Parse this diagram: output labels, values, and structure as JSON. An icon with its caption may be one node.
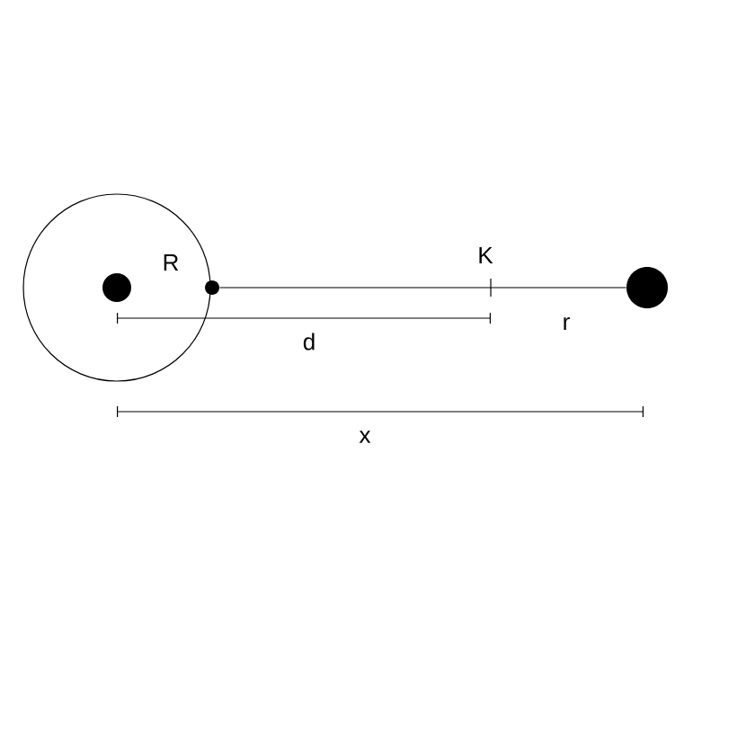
{
  "diagram": {
    "nodes": [
      {
        "text": [],
        "shape": "circle"
      },
      {
        "text": [],
        "shape": "dot",
        "in": 0
      },
      {
        "text": [],
        "shape": "dot"
      },
      {
        "text": [],
        "shape": "dot"
      }
    ],
    "edges": [
      {
        "from": 2,
        "to": 3,
        "arrow": "none"
      }
    ],
    "labels": [
      "R",
      "K",
      "d",
      "r",
      "x"
    ]
  }
}
